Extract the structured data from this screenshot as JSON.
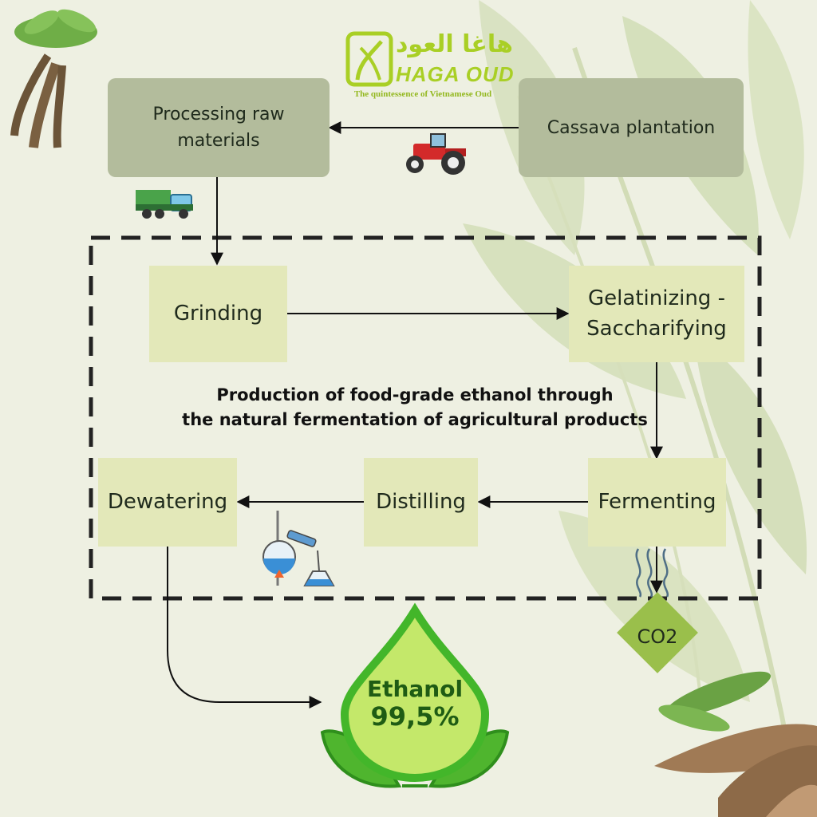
{
  "brand": {
    "name_arabic": "هاغا العود",
    "name_latin": "HAGA OUD",
    "tagline": "The quintessence of Vietnamese Oud"
  },
  "steps": {
    "processing": "Processing raw materials",
    "plantation": "Cassava plantation",
    "grinding": "Grinding",
    "gelatinizing": "Gelatinizing - Saccharifying",
    "fermenting": "Fermenting",
    "distilling": "Distilling",
    "dewatering": "Dewatering"
  },
  "caption": {
    "line1": "Production of food-grade ethanol through",
    "line2": "the natural fermentation of agricultural products"
  },
  "byproduct": {
    "label": "CO2"
  },
  "product": {
    "name": "Ethanol",
    "purity": "99,5%"
  },
  "icons": [
    "cassava-plant-icon",
    "tractor-icon",
    "dump-truck-icon",
    "distillation-apparatus-icon",
    "vapor-icon",
    "cassava-roots-icon",
    "leaf-icon"
  ],
  "colors": {
    "background": "#eef0e2",
    "dark_box": "#b3bc9c",
    "light_box": "#e3e8b9",
    "brand_green": "#a9cf25",
    "diamond": "#9abf4b",
    "drop_outline": "#43b62a",
    "drop_fill": "#c4e86a"
  }
}
